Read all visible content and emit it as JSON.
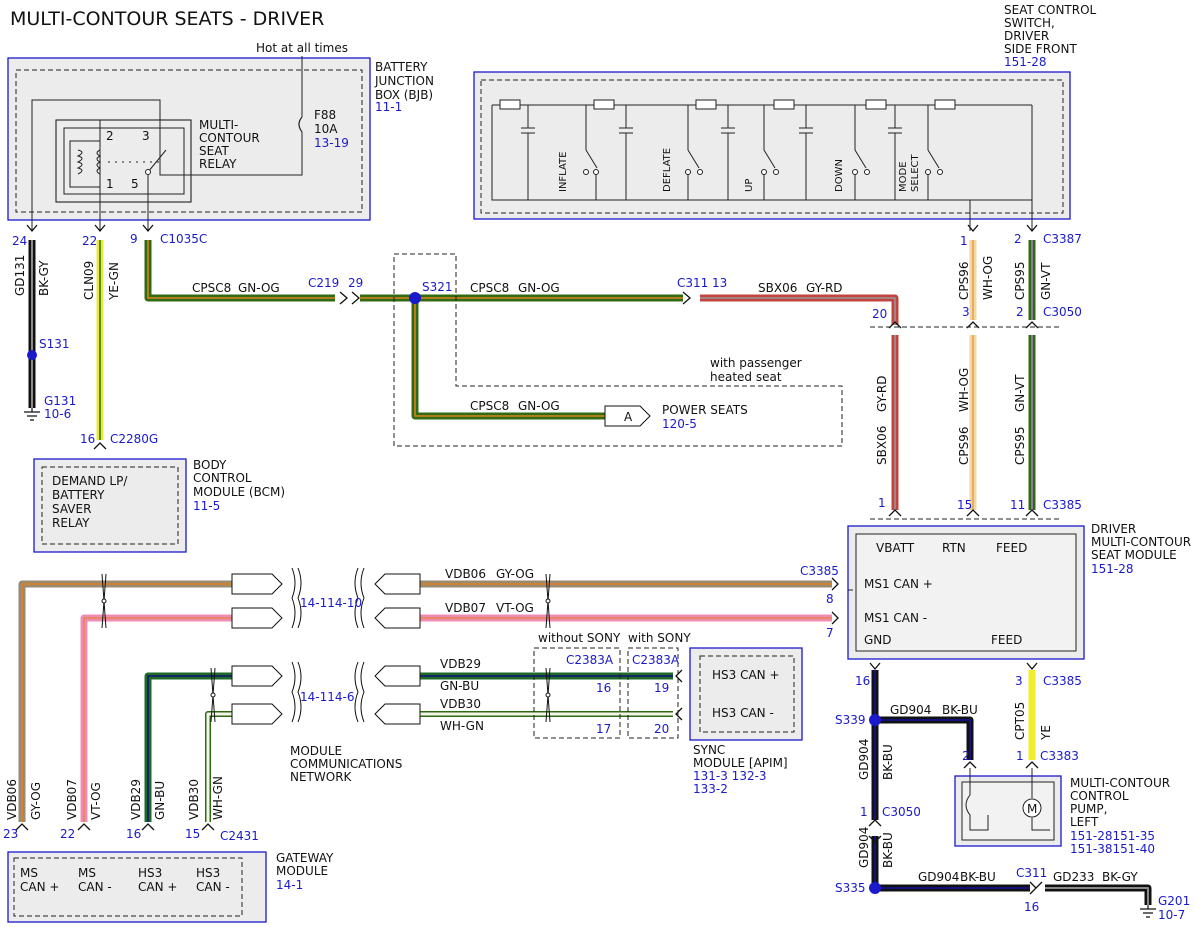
{
  "title": "MULTI-CONTOUR SEATS - DRIVER",
  "hot_label": "Hot at all times",
  "bjb": {
    "name": [
      "BATTERY",
      "JUNCTION",
      "BOX (BJB)"
    ],
    "ref": "11-1"
  },
  "fuse": {
    "name": "F88",
    "rating": "10A",
    "ref": "13-19"
  },
  "relay": {
    "name": [
      "MULTI-",
      "CONTOUR",
      "SEAT",
      "RELAY"
    ],
    "pins": [
      "2",
      "3",
      "1",
      "5"
    ]
  },
  "switch": {
    "name": [
      "SEAT CONTROL",
      "SWITCH,",
      "DRIVER",
      "SIDE FRONT"
    ],
    "ref": "151-28",
    "labels": [
      "INFLATE",
      "DEFLATE",
      "UP",
      "DOWN",
      "MODE",
      "SELECT"
    ]
  },
  "bcm": {
    "name": [
      "BODY",
      "CONTROL",
      "MODULE (BCM)"
    ],
    "ref": "11-5",
    "inner": [
      "DEMAND LP/",
      "BATTERY",
      "SAVER",
      "RELAY"
    ]
  },
  "seat_module": {
    "name": [
      "DRIVER",
      "MULTI-CONTOUR",
      "SEAT MODULE"
    ],
    "ref": "151-28",
    "pins": [
      "VBATT",
      "RTN",
      "FEED",
      "MS1 CAN +",
      "MS1 CAN -",
      "GND",
      "FEED"
    ]
  },
  "sync": {
    "name": [
      "SYNC",
      "MODULE [APIM]"
    ],
    "refs": [
      "131-3 132-3",
      "133-2"
    ],
    "pins": [
      "HS3 CAN +",
      "HS3 CAN -"
    ]
  },
  "pump": {
    "name": [
      "MULTI-CONTOUR",
      "CONTROL",
      "PUMP,",
      "LEFT"
    ],
    "refs": [
      "151-28151-35",
      "151-38151-40"
    ],
    "motor": "M"
  },
  "gateway": {
    "name": [
      "GATEWAY",
      "MODULE"
    ],
    "ref": "14-1",
    "pins": [
      "MS",
      "CAN +",
      "MS",
      "CAN -",
      "HS3",
      "CAN +",
      "HS3",
      "CAN -"
    ]
  },
  "network": {
    "name": [
      "MODULE",
      "COMMUNICATIONS",
      "NETWORK"
    ],
    "refs": [
      "14-114-10",
      "14-114-10",
      "14-114-6",
      "14-114-6"
    ]
  },
  "power_seats": {
    "label": "POWER SEATS",
    "ref": "120-5",
    "tag": "A"
  },
  "passenger_note": [
    "with passenger",
    "heated seat"
  ],
  "sony": {
    "without": "without SONY",
    "with": "with SONY"
  },
  "connectors": [
    "C1035C",
    "C219",
    "C311",
    "C3387",
    "C3050",
    "C2280G",
    "C3385",
    "C2383A",
    "C2431",
    "C3383",
    "C311",
    "C3050"
  ],
  "splices": [
    "S131",
    "S321",
    "S339",
    "S335"
  ],
  "grounds": [
    {
      "name": "G131",
      "ref": "10-6"
    },
    {
      "name": "G201",
      "ref": "10-7"
    }
  ],
  "pin_numbers": [
    "24",
    "22",
    "9",
    "29",
    "13",
    "1",
    "2",
    "3",
    "2",
    "20",
    "16",
    "1",
    "15",
    "11",
    "8",
    "7",
    "16",
    "17",
    "19",
    "20",
    "16",
    "3",
    "2",
    "1",
    "1",
    "16",
    "23",
    "22",
    "16",
    "15"
  ],
  "wires": [
    {
      "circuit": "GD131",
      "color": "BK-GY"
    },
    {
      "circuit": "CLN09",
      "color": "YE-GN"
    },
    {
      "circuit": "CPSC8",
      "color": "GN-OG"
    },
    {
      "circuit": "SBX06",
      "color": "GY-RD"
    },
    {
      "circuit": "CPS96",
      "color": "WH-OG"
    },
    {
      "circuit": "CPS95",
      "color": "GN-VT"
    },
    {
      "circuit": "VDB06",
      "color": "GY-OG"
    },
    {
      "circuit": "VDB07",
      "color": "VT-OG"
    },
    {
      "circuit": "VDB29",
      "color": "GN-BU"
    },
    {
      "circuit": "VDB30",
      "color": "WH-GN"
    },
    {
      "circuit": "GD904",
      "color": "BK-BU"
    },
    {
      "circuit": "CPT05",
      "color": "YE"
    },
    {
      "circuit": "GD233",
      "color": "BK-GY"
    }
  ],
  "colors": {
    "accent": "#1a1acc",
    "black": "#111111",
    "green": "#2f6b12",
    "yellow": "#e8ea3a",
    "orange": "#e0821c",
    "gray": "#9a9a9a",
    "red": "#c1443e",
    "pink": "#f08cb4",
    "navy": "#12127a",
    "white": "#f4f4ea"
  }
}
